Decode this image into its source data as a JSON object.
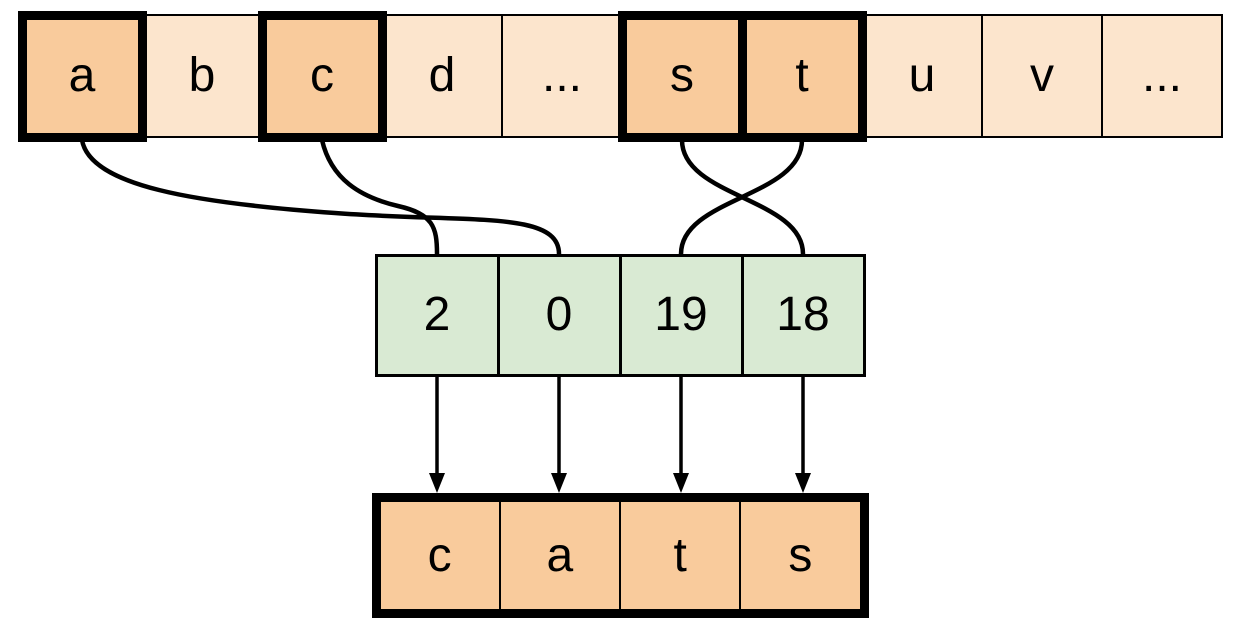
{
  "alphabet_row": {
    "cells": [
      {
        "label": "a",
        "highlighted": true
      },
      {
        "label": "b",
        "highlighted": false
      },
      {
        "label": "c",
        "highlighted": true
      },
      {
        "label": "d",
        "highlighted": false
      },
      {
        "label": "...",
        "highlighted": false
      },
      {
        "label": "s",
        "highlighted": true
      },
      {
        "label": "t",
        "highlighted": true
      },
      {
        "label": "u",
        "highlighted": false
      },
      {
        "label": "v",
        "highlighted": false
      },
      {
        "label": "...",
        "highlighted": false
      }
    ]
  },
  "index_row": {
    "cells": [
      {
        "label": "2"
      },
      {
        "label": "0"
      },
      {
        "label": "19"
      },
      {
        "label": "18"
      }
    ]
  },
  "word_row": {
    "cells": [
      {
        "label": "c"
      },
      {
        "label": "a"
      },
      {
        "label": "t"
      },
      {
        "label": "s"
      }
    ]
  },
  "mappings": [
    {
      "from_letter": "c",
      "to_index": "2"
    },
    {
      "from_letter": "a",
      "to_index": "0"
    },
    {
      "from_letter": "t",
      "to_index": "19"
    },
    {
      "from_letter": "s",
      "to_index": "18"
    }
  ],
  "colors": {
    "highlight_fill": "#f9cb9c",
    "base_fill": "#fce5cd",
    "index_fill": "#d9ead3",
    "line": "#000000"
  }
}
